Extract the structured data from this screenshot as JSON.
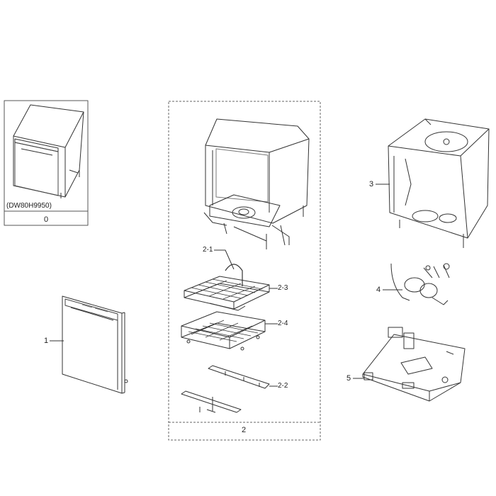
{
  "diagram": {
    "labels": {
      "model": "(DW80H9950)",
      "part_0": "0",
      "part_1": "1",
      "part_2": "2",
      "part_2_1": "2-1",
      "part_2_2": "2-2",
      "part_2_3": "2-3",
      "part_2_4": "2-4",
      "part_3": "3",
      "part_4": "4",
      "part_5": "5"
    }
  }
}
